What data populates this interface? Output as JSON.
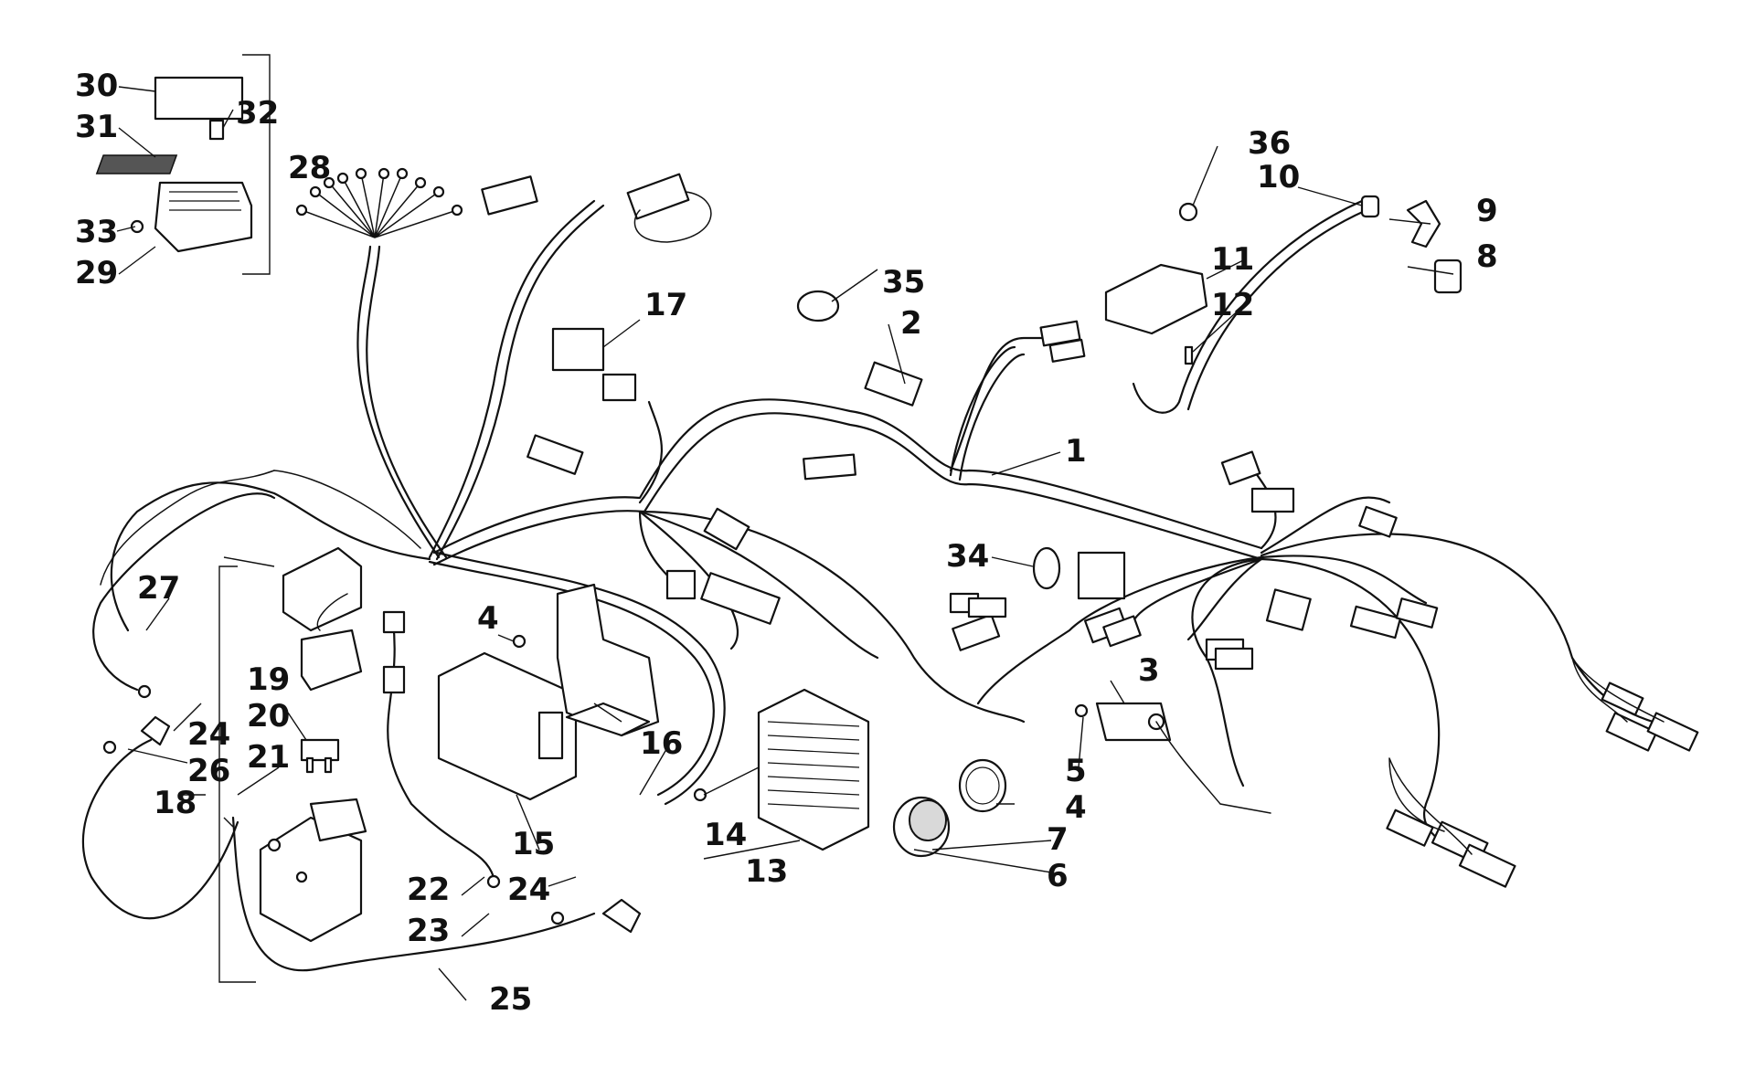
{
  "callouts": [
    {
      "id": "1",
      "label": "1"
    },
    {
      "id": "2",
      "label": "2"
    },
    {
      "id": "3",
      "label": "3"
    },
    {
      "id": "4a",
      "label": "4"
    },
    {
      "id": "4b",
      "label": "4"
    },
    {
      "id": "5",
      "label": "5"
    },
    {
      "id": "6",
      "label": "6"
    },
    {
      "id": "7",
      "label": "7"
    },
    {
      "id": "8",
      "label": "8"
    },
    {
      "id": "9",
      "label": "9"
    },
    {
      "id": "10",
      "label": "10"
    },
    {
      "id": "11",
      "label": "11"
    },
    {
      "id": "12",
      "label": "12"
    },
    {
      "id": "13",
      "label": "13"
    },
    {
      "id": "14",
      "label": "14"
    },
    {
      "id": "15",
      "label": "15"
    },
    {
      "id": "16",
      "label": "16"
    },
    {
      "id": "17",
      "label": "17"
    },
    {
      "id": "18",
      "label": "18"
    },
    {
      "id": "19",
      "label": "19"
    },
    {
      "id": "20",
      "label": "20"
    },
    {
      "id": "21",
      "label": "21"
    },
    {
      "id": "22",
      "label": "22"
    },
    {
      "id": "23",
      "label": "23"
    },
    {
      "id": "24a",
      "label": "24"
    },
    {
      "id": "24b",
      "label": "24"
    },
    {
      "id": "25",
      "label": "25"
    },
    {
      "id": "26",
      "label": "26"
    },
    {
      "id": "27",
      "label": "27"
    },
    {
      "id": "28",
      "label": "28"
    },
    {
      "id": "29",
      "label": "29"
    },
    {
      "id": "30",
      "label": "30"
    },
    {
      "id": "31",
      "label": "31"
    },
    {
      "id": "32",
      "label": "32"
    },
    {
      "id": "33",
      "label": "33"
    },
    {
      "id": "34",
      "label": "34"
    },
    {
      "id": "35",
      "label": "35"
    },
    {
      "id": "36",
      "label": "36"
    }
  ]
}
